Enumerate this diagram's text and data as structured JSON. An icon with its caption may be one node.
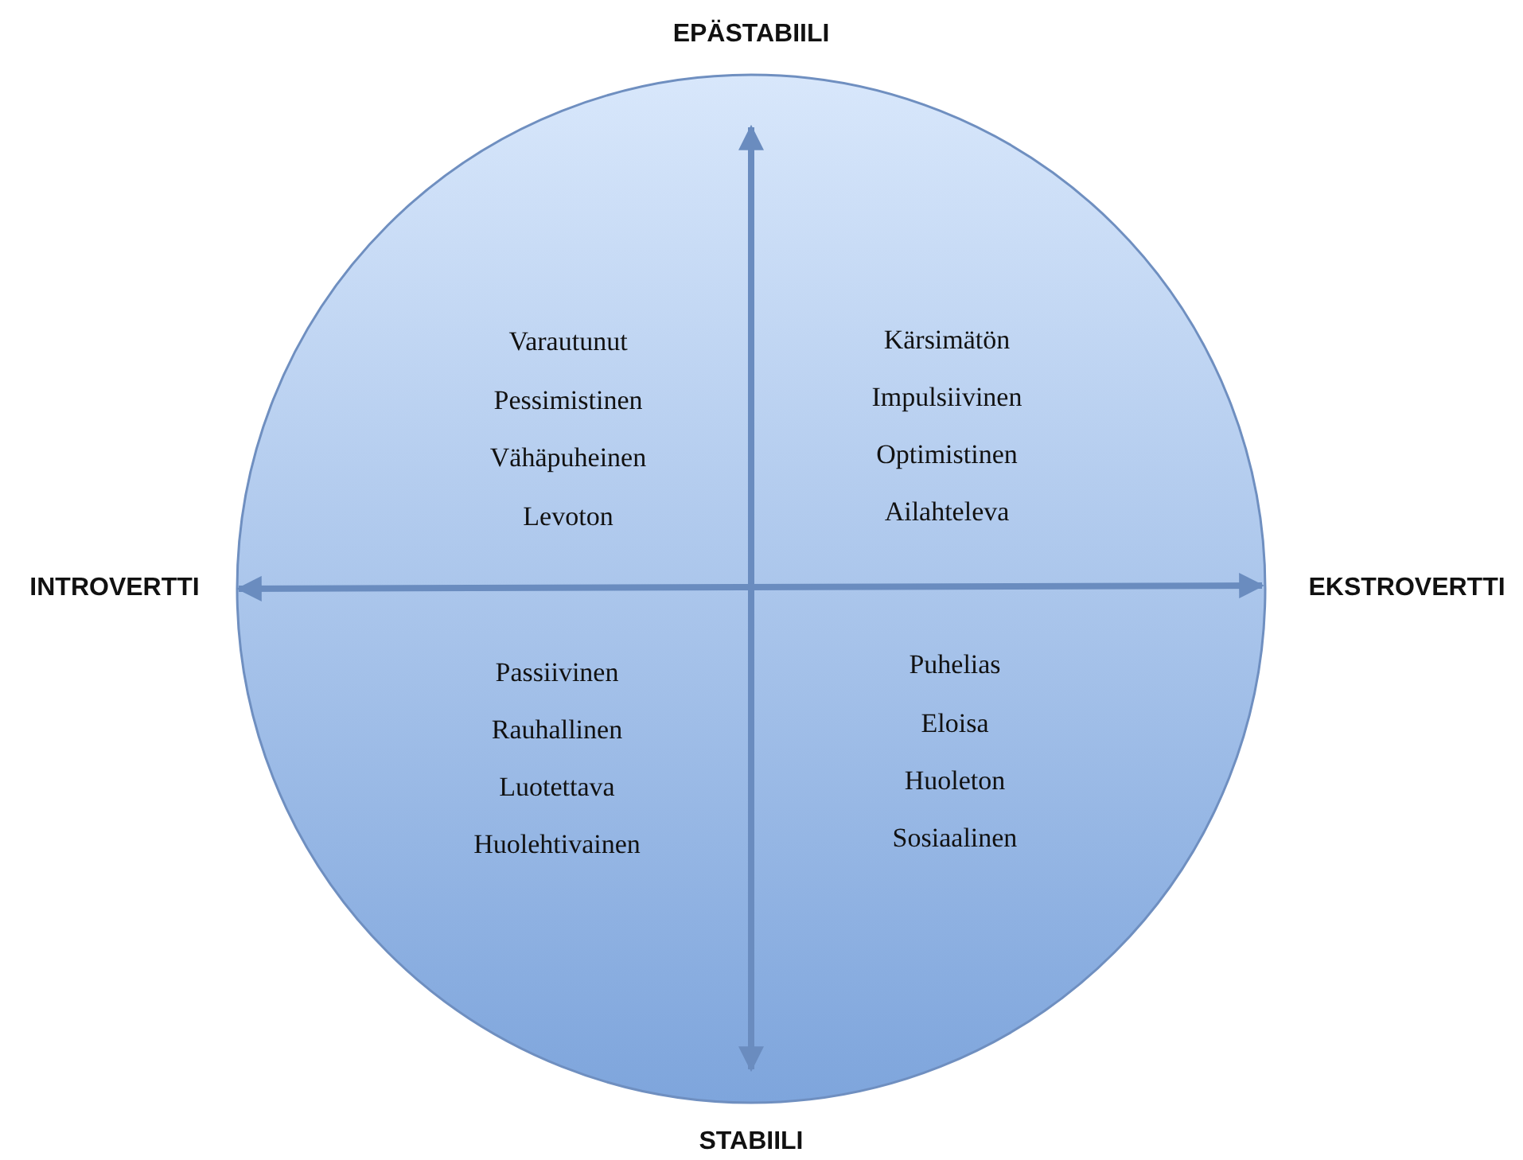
{
  "diagram": {
    "labels": [
      "EPÄSTABIILI",
      "Varautunut",
      "Pessimistinen",
      "Vähäpuheinen",
      "Levoton",
      "Kärsimätön",
      "Impulsiivinen",
      "Optimistinen",
      "Ailahteleva",
      "INTROVERTTI",
      "EKSTROVERTTI",
      "Passiivinen",
      "Rauhallinen",
      "Luotettava",
      "Huolehtivainen",
      "Puhelias",
      "Eloisa",
      "Huoleton",
      "Sosiaalinen",
      "STABIILI"
    ]
  }
}
